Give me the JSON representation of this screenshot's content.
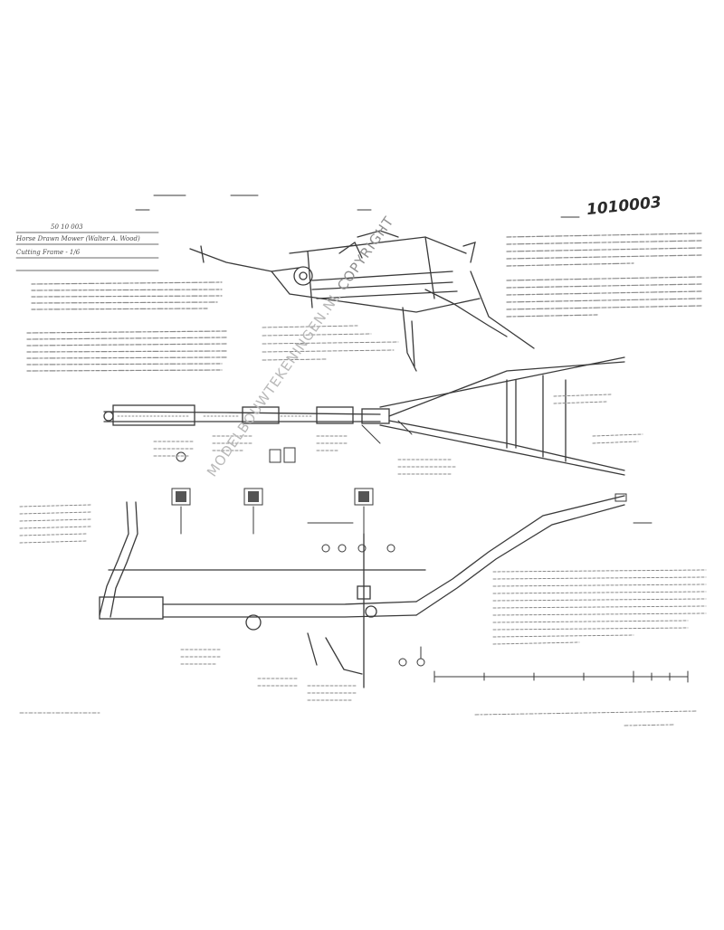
{
  "drawing_number": "1010003",
  "title_block": {
    "line1": "50 10 003",
    "line2": "Horse Drawn Mower (Walter A. Wood)",
    "line3": "Cutting Frame - 1/6"
  },
  "watermark": {
    "main": "MODELBOUWTEKENINGEN.NL",
    "suffix": " COPYRIGHT"
  }
}
